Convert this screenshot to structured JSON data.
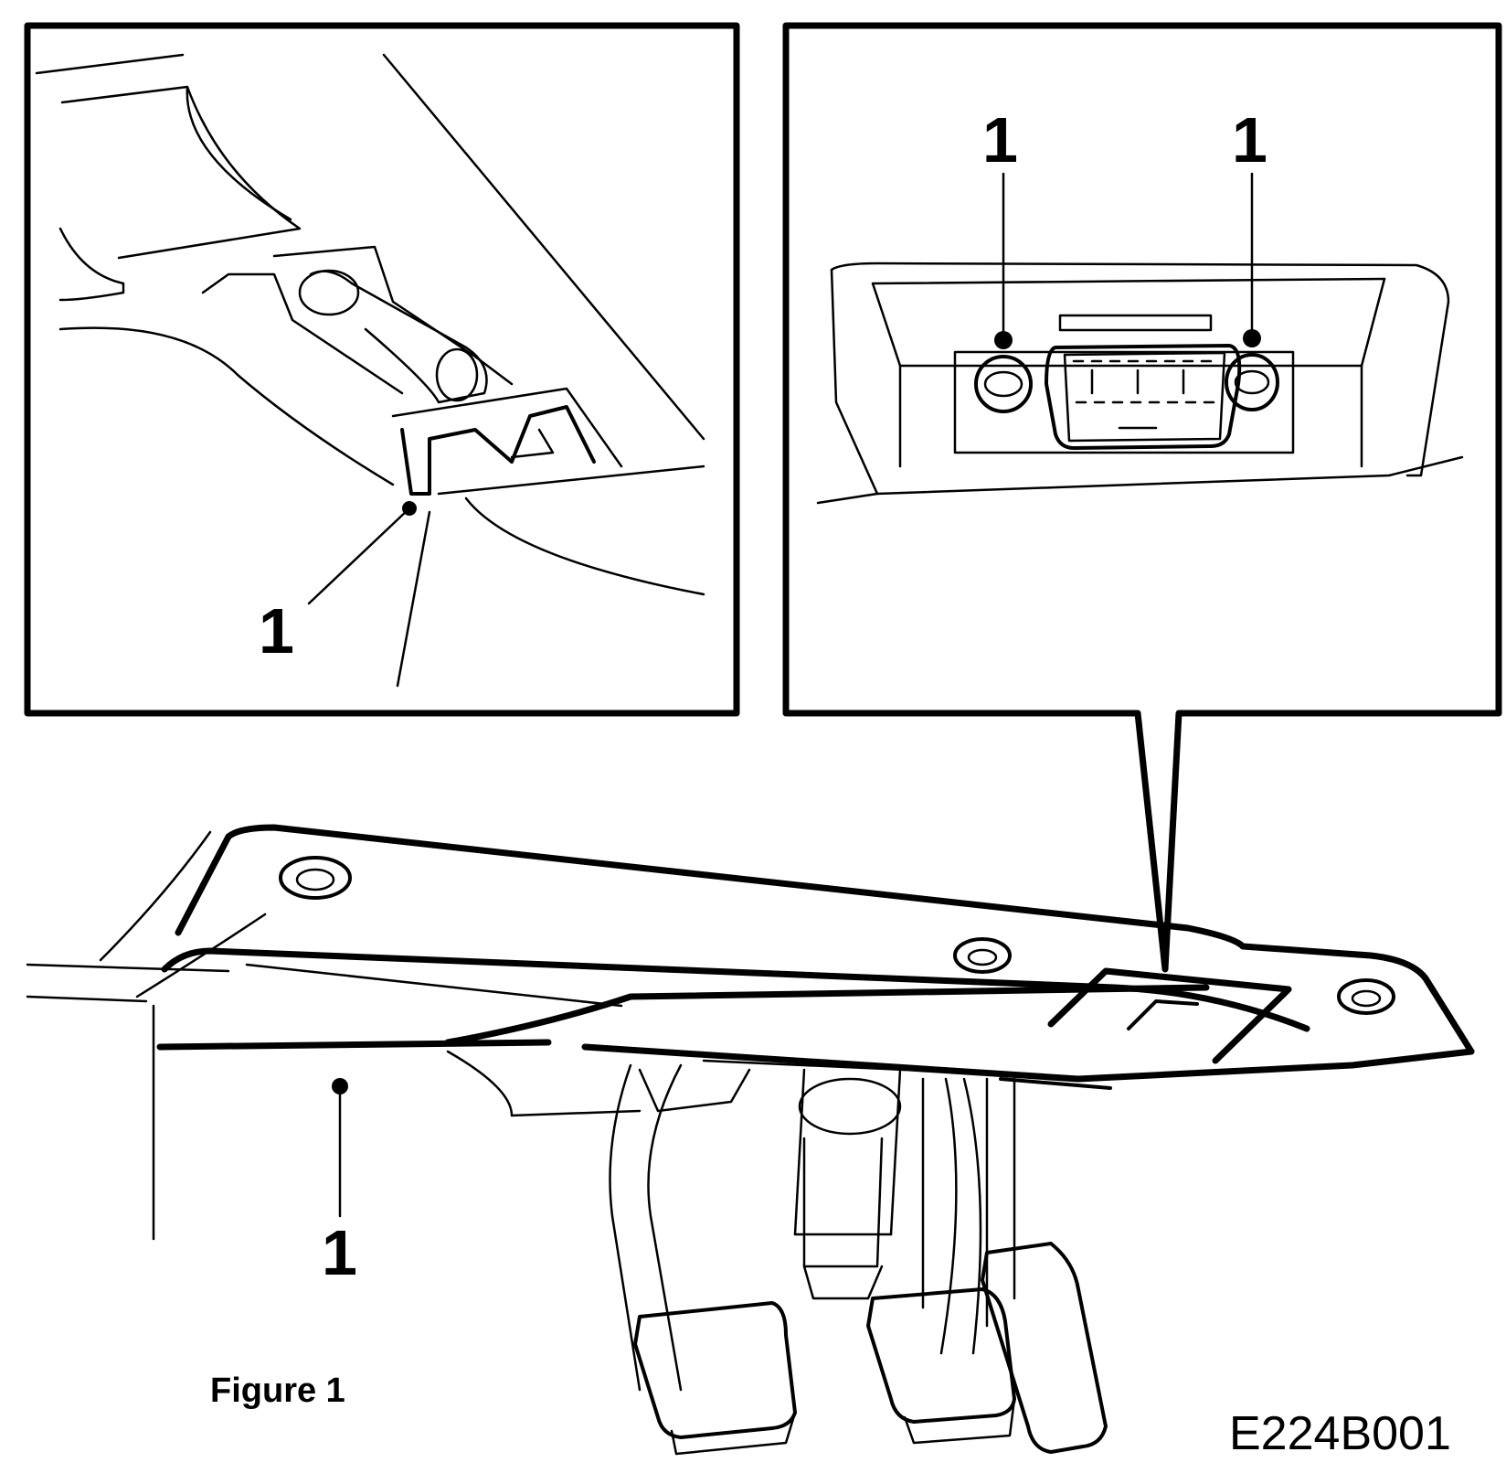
{
  "figure": {
    "caption": "Figure 1",
    "code": "E224B001"
  },
  "callouts": {
    "left_inset": "1",
    "right_inset_left": "1",
    "right_inset_right": "1",
    "main": "1"
  },
  "colors": {
    "line": "#000000",
    "background": "#ffffff"
  }
}
